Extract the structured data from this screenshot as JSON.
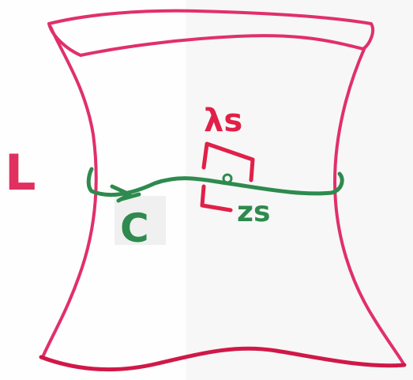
{
  "labels": {
    "L": "L",
    "C": "C",
    "lambda": "λs",
    "zs": "zs"
  },
  "colors": {
    "surface": "#e0306a",
    "surface_bottom": "#d01848",
    "cycle": "#2e8a4e",
    "cell": "#e02048",
    "label_L": "#e03060",
    "label_C": "#2e8a4e",
    "label_lambda": "#e02048",
    "label_zs": "#2e8a4e"
  }
}
